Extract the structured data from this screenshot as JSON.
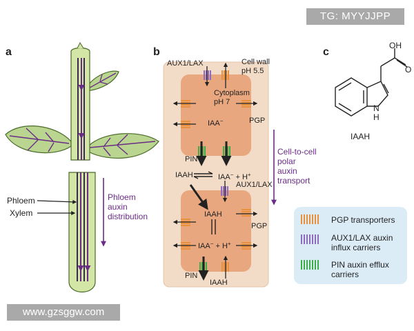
{
  "watermark_top": "TG: MYYJJPP",
  "watermark_bottom": "www.gzsggw.com",
  "panel_a": {
    "letter": "a",
    "phloem": "Phloem",
    "xylem": "Xylem",
    "distribution": [
      "Phloem",
      "auxin",
      "distribution"
    ]
  },
  "panel_b": {
    "letter": "b",
    "aux1_top": "AUX1/LAX",
    "cell_wall": [
      "Cell wall",
      "pH 5.5"
    ],
    "cytoplasm": [
      "Cytoplasm",
      "pH 7"
    ],
    "iaa_minus_top": "IAA",
    "pgp_top": "PGP",
    "pin_mid": "PIN",
    "iaah_mid": "IAAH",
    "iaa_plus_mid": "IAA",
    "h_plus": "+ H",
    "aux1_mid": "AUX1/LAX",
    "polar_transport": [
      "Cell-to-cell",
      "polar",
      "auxin",
      "transport"
    ],
    "iaah_bottom_cell": "IAAH",
    "pgp_bottom": "PGP",
    "iaa_bottom_cell": "IAA",
    "pin_bottom": "PIN",
    "iaah_bottom": "IAAH"
  },
  "panel_c": {
    "letter": "c",
    "oh": "OH",
    "o": "O",
    "nh": "N",
    "h": "H",
    "compound": "IAAH"
  },
  "legend": {
    "pgp": "PGP transporters",
    "aux1": [
      "AUX1/LAX auxin",
      "influx carriers"
    ],
    "pin": [
      "PIN auxin efflux",
      "carriers"
    ]
  },
  "colors": {
    "pgp": "#e8913a",
    "aux1": "#8e6bbf",
    "pin": "#3fae49",
    "polar_arrow": "#6a2c87",
    "cell_wall": "#f3dcc7",
    "cytoplasm": "#e9a77f",
    "legend_bg": "#dcecf7",
    "stem": "#d3e6a6",
    "leaf": "#b9d590"
  }
}
